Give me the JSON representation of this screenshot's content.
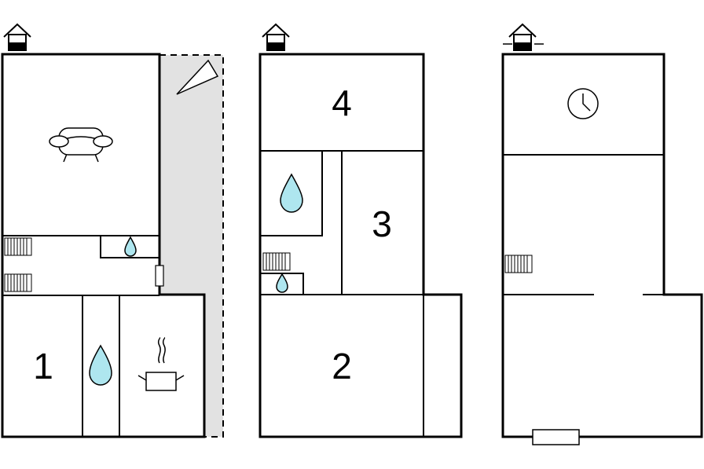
{
  "floors": [
    {
      "id": "ground-floor",
      "rooms": [
        {
          "label": "1"
        }
      ],
      "icons": [
        "entrance-house-icon",
        "sofa-icon",
        "water-drop-icon",
        "cooking-pot-icon",
        "radiator-icon",
        "terrace-triangle-icon",
        "door-icon"
      ]
    },
    {
      "id": "first-floor",
      "rooms": [
        {
          "label": "4"
        },
        {
          "label": "3"
        },
        {
          "label": "2"
        }
      ],
      "icons": [
        "entrance-house-icon",
        "water-drop-icon",
        "radiator-icon"
      ]
    },
    {
      "id": "second-floor",
      "rooms": [],
      "icons": [
        "entrance-house-icon",
        "clock-icon",
        "radiator-icon",
        "window-icon"
      ]
    }
  ],
  "colors": {
    "walls": "#000000",
    "water": "#aee6ef",
    "terrace": "#e2e2e2",
    "background": "#ffffff"
  }
}
